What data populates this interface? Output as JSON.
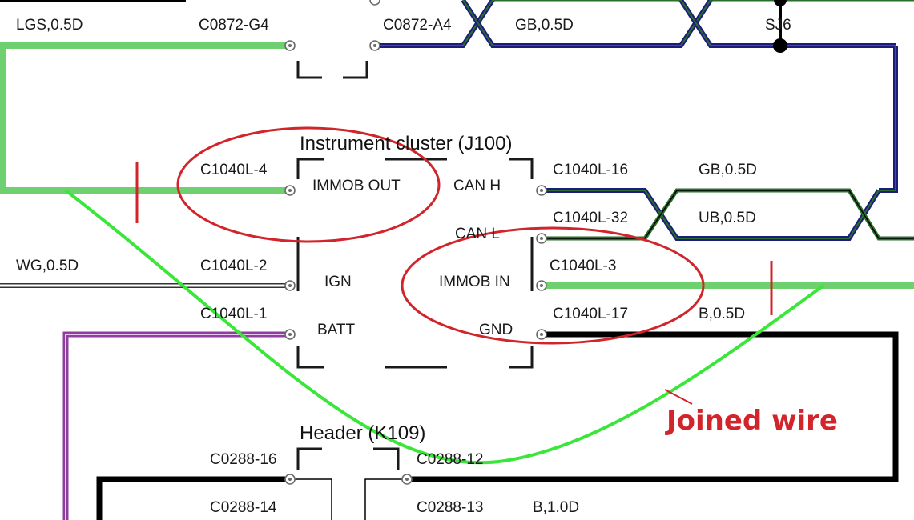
{
  "colors": {
    "wire_green": "#6fd06f",
    "wire_blue_outer": "#1c1c7c",
    "wire_blue_inner": "#2a6e2a",
    "wire_black": "#000000",
    "wire_purple": "#8f3d9f",
    "joined_wire": "#39e639",
    "annotation_red": "#d1242b",
    "connector_outline": "#1a1a1a"
  },
  "components": {
    "instrument_cluster": {
      "title": "Instrument cluster (J100)",
      "pins": {
        "immob_out": "IMMOB OUT",
        "can_h": "CAN H",
        "can_l": "CAN L",
        "ign": "IGN",
        "immob_in": "IMMOB IN",
        "batt": "BATT",
        "gnd": "GND"
      }
    },
    "header": {
      "title": "Header (K109)"
    }
  },
  "connectors": {
    "c0872_g4": "C0872-G4",
    "c0872_a4": "C0872-A4",
    "c1040l_4": "C1040L-4",
    "c1040l_16": "C1040L-16",
    "c1040l_32": "C1040L-32",
    "c1040l_2": "C1040L-2",
    "c1040l_3": "C1040L-3",
    "c1040l_1": "C1040L-1",
    "c1040l_17": "C1040L-17",
    "c0288_16": "C0288-16",
    "c0288_12": "C0288-12",
    "c0288_14": "C0288-14",
    "c0288_13": "C0288-13"
  },
  "wires": {
    "lgs": "LGS,0.5D",
    "gb_top": "GB,0.5D",
    "gb_mid": "GB,0.5D",
    "ub_mid": "UB,0.5D",
    "wg": "WG,0.5D",
    "b_05": "B,0.5D",
    "b_10": "B,1.0D"
  },
  "splice": {
    "label": "SJ6"
  },
  "annotation": {
    "text": "Joined wire"
  }
}
